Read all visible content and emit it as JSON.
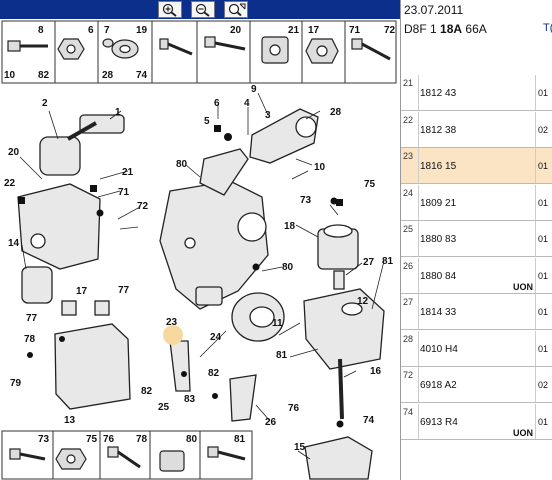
{
  "toolbar": {
    "buttons": [
      {
        "name": "zoom-in-icon"
      },
      {
        "name": "zoom-out-icon"
      },
      {
        "name": "zoom-fit-icon"
      }
    ]
  },
  "top_strip": [
    "8",
    "6",
    "7",
    "19",
    "20",
    "21",
    "17",
    "71",
    "72",
    "10",
    "82",
    "28",
    "74"
  ],
  "bottom_strip": [
    "73",
    "75",
    "76",
    "78",
    "80",
    "81"
  ],
  "callouts": [
    "2",
    "9",
    "6",
    "4",
    "5",
    "28",
    "3",
    "1",
    "20",
    "21",
    "22",
    "71",
    "72",
    "80",
    "10",
    "73",
    "75",
    "18",
    "14",
    "27",
    "81",
    "17",
    "77",
    "77",
    "23",
    "80",
    "12",
    "11",
    "24",
    "78",
    "79",
    "82",
    "82",
    "13",
    "25",
    "83",
    "26",
    "81",
    "16",
    "76",
    "74",
    "15"
  ],
  "header": {
    "date": "23.07.2011",
    "model_prefix": "D8F 1",
    "model_bold": "18A",
    "model_suffix": "66A",
    "model_tail": "T("
  },
  "parts": [
    {
      "num": "21",
      "ref": "1812 43",
      "tail": "01",
      "uon": ""
    },
    {
      "num": "22",
      "ref": "1812 38",
      "tail": "02",
      "uon": ""
    },
    {
      "num": "23",
      "ref": "1816 15",
      "tail": "01",
      "uon": "",
      "selected": true
    },
    {
      "num": "24",
      "ref": "1809 21",
      "tail": "01",
      "uon": ""
    },
    {
      "num": "25",
      "ref": "1880 83",
      "tail": "01",
      "uon": ""
    },
    {
      "num": "26",
      "ref": "1880 84",
      "tail": "01",
      "uon": "UON"
    },
    {
      "num": "27",
      "ref": "1814 33",
      "tail": "01",
      "uon": ""
    },
    {
      "num": "28",
      "ref": "4010 H4",
      "tail": "01",
      "uon": ""
    },
    {
      "num": "72",
      "ref": "6918 A2",
      "tail": "02",
      "uon": ""
    },
    {
      "num": "74",
      "ref": "6913 R4",
      "tail": "01",
      "uon": "UON"
    }
  ]
}
